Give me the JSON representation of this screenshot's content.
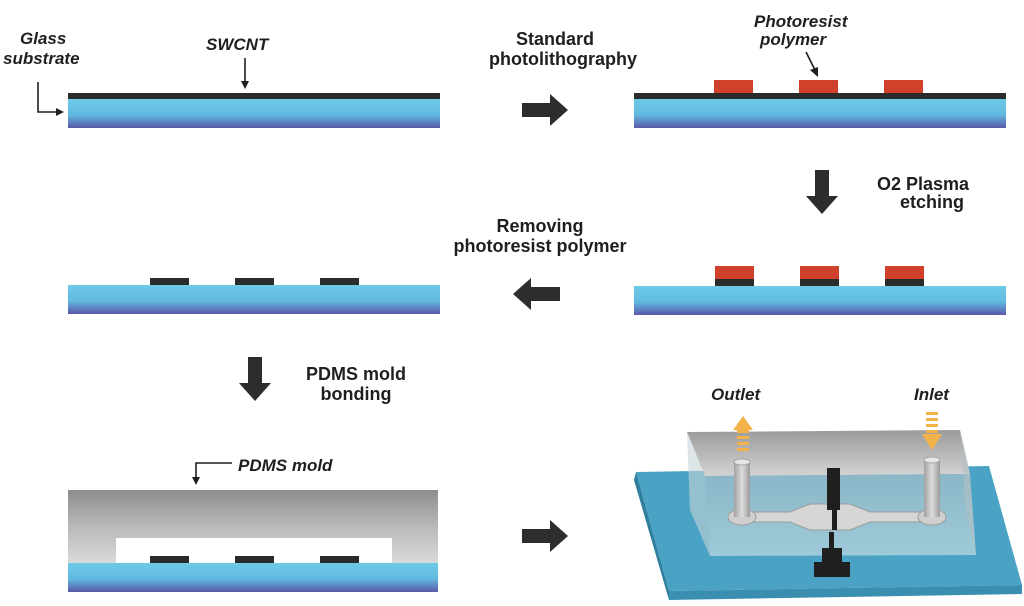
{
  "labels": {
    "glass_substrate_line1": "Glass",
    "glass_substrate_line2": "substrate",
    "swcnt": "SWCNT",
    "photoresist_line1": "Photoresist",
    "photoresist_line2": "polymer",
    "pdms_mold": "PDMS mold",
    "outlet": "Outlet",
    "inlet": "Inlet"
  },
  "steps": {
    "standard_photolithography_line1": "Standard",
    "standard_photolithography_line2": "photolithography",
    "o2_plasma_line1": "O2 Plasma",
    "o2_plasma_line2": "etching",
    "removing_photoresist_line1": "Removing",
    "removing_photoresist_line2": "photoresist polymer",
    "pdms_bonding_line1": "PDMS mold",
    "pdms_bonding_line2": "bonding"
  },
  "colors": {
    "glass": "#62c6e6",
    "swcnt": "#2b2b2b",
    "photoresist": "#d0402a",
    "pdms": "#a8a8a8",
    "base_plate": "#4aa3c4",
    "flow_arrow": "#f3b24a",
    "process_arrow": "#2d2d2d"
  }
}
